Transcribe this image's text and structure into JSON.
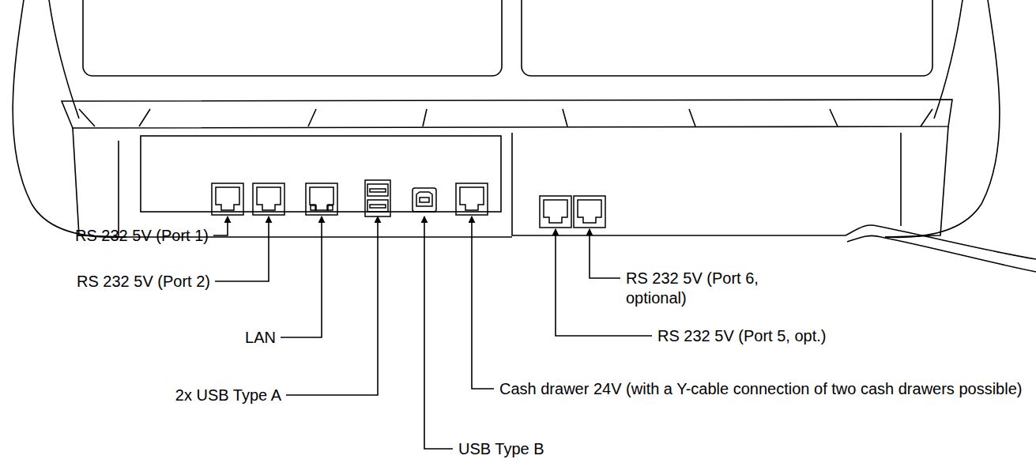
{
  "diagram": {
    "labels": [
      "RS 232 5V (Port 1)",
      "RS 232 5V (Port 2)",
      "LAN",
      "2x USB Type A",
      "USB Type B",
      "Cash drawer 24V (with a Y-cable connection of two cash drawers possible)",
      "RS 232 5V (Port 6, optional)",
      "RS 232 5V (Port 5, opt.)"
    ]
  }
}
